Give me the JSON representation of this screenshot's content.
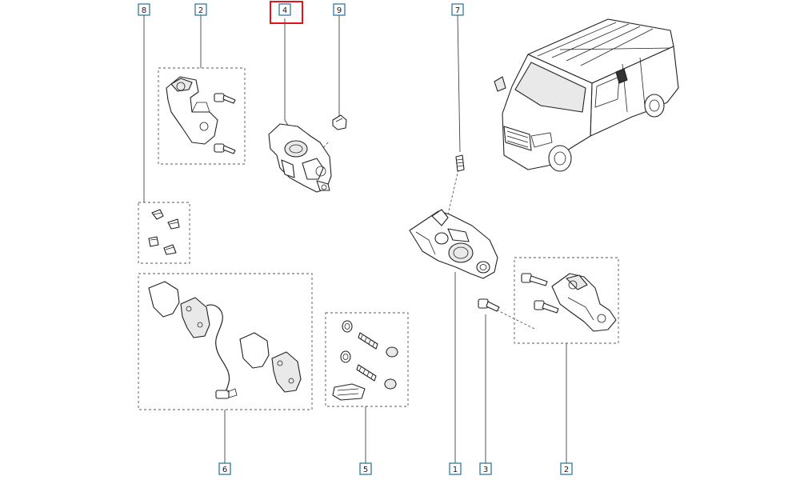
{
  "diagram": {
    "callouts": [
      {
        "id": "c8",
        "label": "8"
      },
      {
        "id": "c2a",
        "label": "2"
      },
      {
        "id": "c4",
        "label": "4",
        "highlighted": true
      },
      {
        "id": "c9",
        "label": "9"
      },
      {
        "id": "c7",
        "label": "7"
      },
      {
        "id": "c6",
        "label": "6"
      },
      {
        "id": "c5",
        "label": "5"
      },
      {
        "id": "c1",
        "label": "1"
      },
      {
        "id": "c3",
        "label": "3"
      },
      {
        "id": "c2b",
        "label": "2"
      }
    ],
    "highlight_color": "#e0141b",
    "callout_border_color": "#1f6f99"
  }
}
